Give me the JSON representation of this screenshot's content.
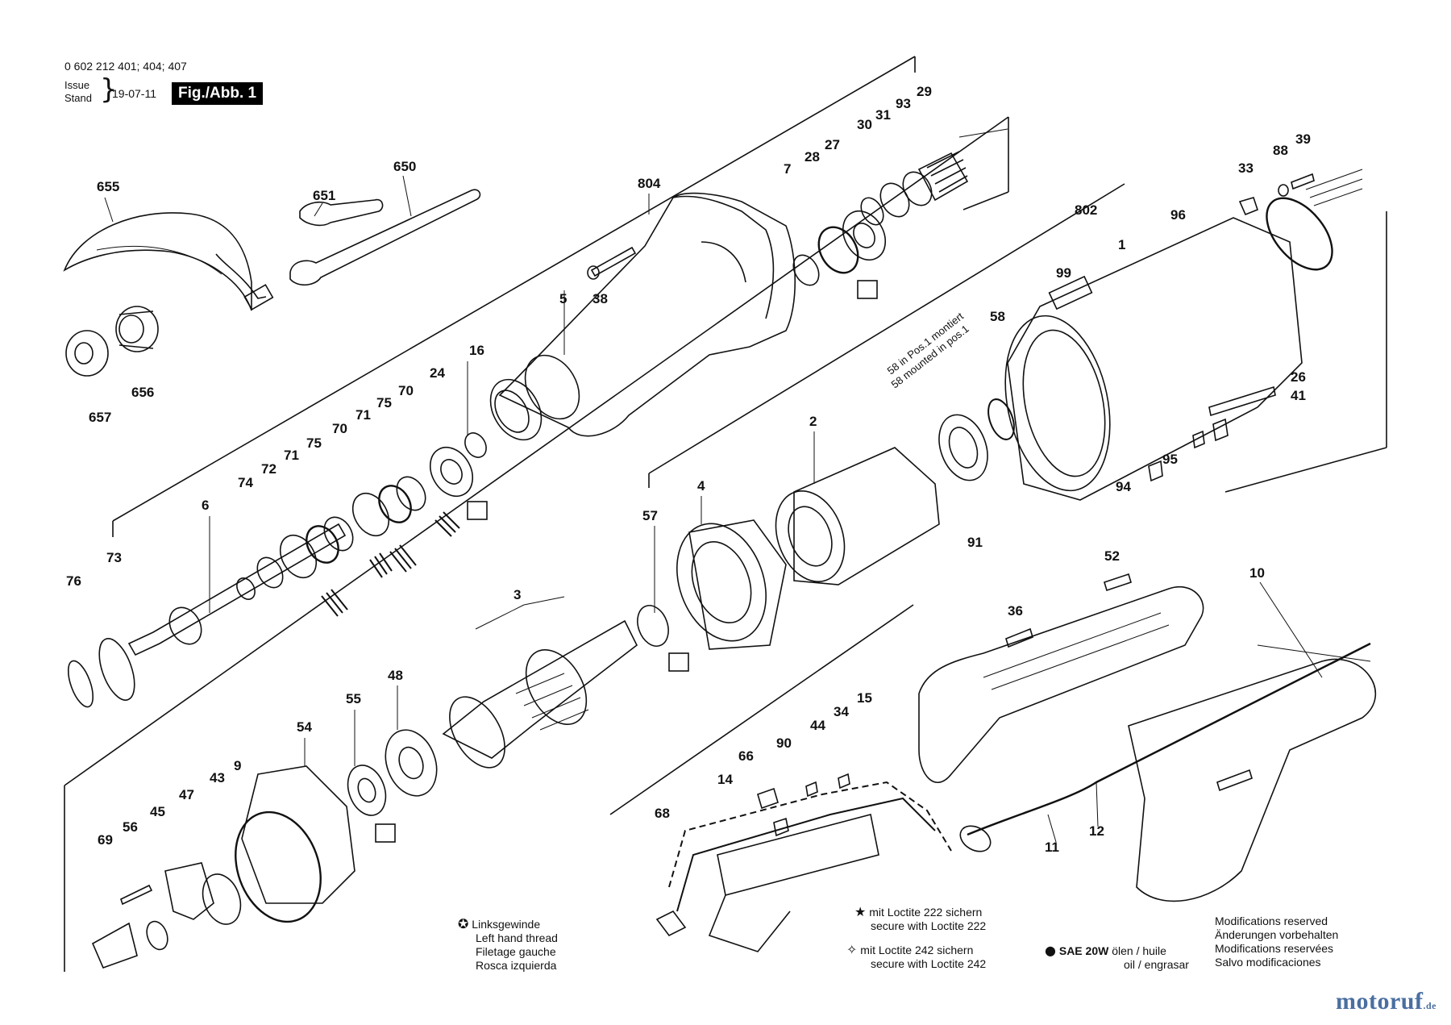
{
  "header": {
    "part_numbers": "0 602 212 401; 404; 407",
    "issue_label": "Issue",
    "stand_label": "Stand",
    "date": "19-07-11",
    "figure_label": "Fig./Abb. 1"
  },
  "callouts": [
    "655",
    "651",
    "650",
    "656",
    "657",
    "804",
    "5",
    "38",
    "7",
    "28",
    "27",
    "30",
    "31",
    "93",
    "29",
    "16",
    "24",
    "70",
    "75",
    "71",
    "70",
    "75",
    "71",
    "72",
    "74",
    "6",
    "73",
    "76",
    "802",
    "96",
    "1",
    "99",
    "33",
    "88",
    "39",
    "58",
    "58 in Pos.1 montiert",
    "58 mounted in pos.1",
    "26",
    "41",
    "95",
    "94",
    "2",
    "91",
    "4",
    "57",
    "3",
    "48",
    "55",
    "54",
    "9",
    "43",
    "47",
    "45",
    "56",
    "69",
    "52",
    "10",
    "36",
    "66",
    "90",
    "44",
    "34",
    "15",
    "14",
    "68",
    "11",
    "12"
  ],
  "notes": {
    "left_hand_thread": [
      "Linksgewinde",
      "Left hand thread",
      "Filetage gauche",
      "Rosca izquierda"
    ],
    "loctite_222": [
      "mit Loctite 222 sichern",
      "secure with Loctite 222"
    ],
    "loctite_242": [
      "mit Loctite 242 sichern",
      "secure with Loctite 242"
    ],
    "oil_code": "SAE 20W",
    "oil_text": [
      "ölen / huile",
      "oil / engrasar"
    ],
    "modifications": [
      "Modifications reserved",
      "Änderungen vorbehalten",
      "Modifications reservées",
      "Salvo modificaciones"
    ]
  },
  "watermark": {
    "name": "motoruf",
    "tld": ".de"
  }
}
